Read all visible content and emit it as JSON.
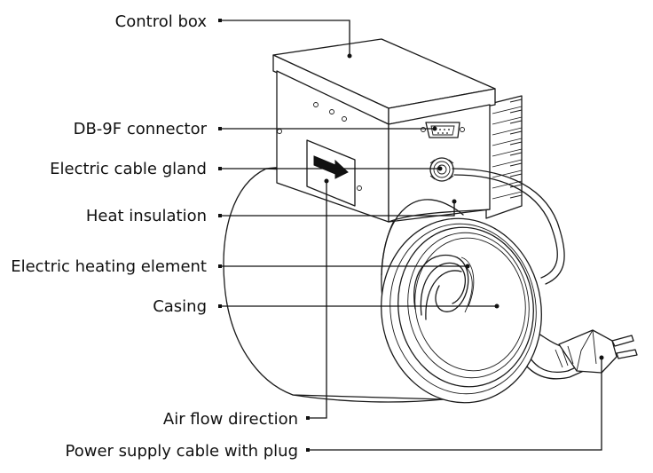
{
  "labels": {
    "control_box": "Control box",
    "db9f_connector": "DB-9F connector",
    "cable_gland": "Electric cable gland",
    "heat_insulation": "Heat insulation",
    "heating_element": "Electric heating element",
    "casing": "Casing",
    "air_flow": "Air flow direction",
    "power_cable": "Power supply cable with plug"
  }
}
